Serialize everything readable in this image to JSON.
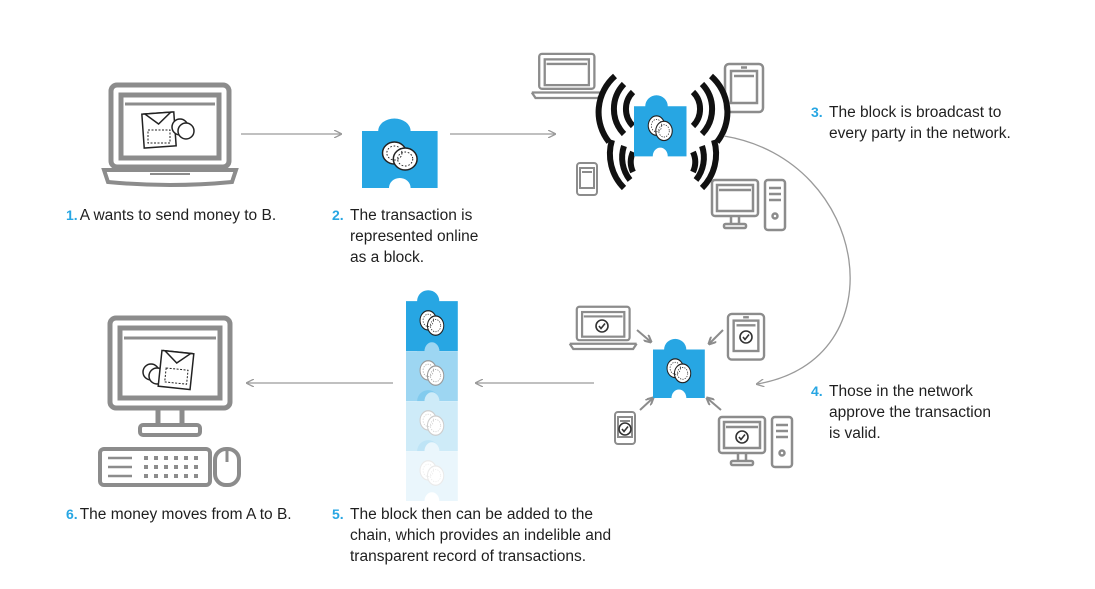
{
  "colors": {
    "accent": "#27a6e3",
    "device_gray": "#8c8c8c",
    "arrow_gray": "#9a9a9a",
    "text": "#1f1f1f"
  },
  "steps": [
    {
      "num": "1.",
      "text": "A wants to send money to B."
    },
    {
      "num": "2.",
      "text": "The transaction is\nrepresented online\nas a block."
    },
    {
      "num": "3.",
      "text": "The block is broadcast to\nevery party in the network."
    },
    {
      "num": "4.",
      "text": "Those in the network\napprove the transaction\nis valid."
    },
    {
      "num": "5.",
      "text": "The block then can be added to the\nchain, which provides an indelible and\ntransparent record of transactions."
    },
    {
      "num": "6.",
      "text": "The money moves from A to B."
    }
  ],
  "icons": {
    "sender": "laptop-with-wallet-icon",
    "block": "puzzle-piece-with-coins-icon",
    "broadcast": "broadcast-waves-icon",
    "network_devices": [
      "laptop-icon",
      "tablet-icon",
      "phone-icon",
      "desktop-computer-icon"
    ],
    "approval": "checkmark-icon",
    "chain": "stacked-blocks-chain-icon",
    "receiver": "desktop-with-wallet-icon"
  }
}
